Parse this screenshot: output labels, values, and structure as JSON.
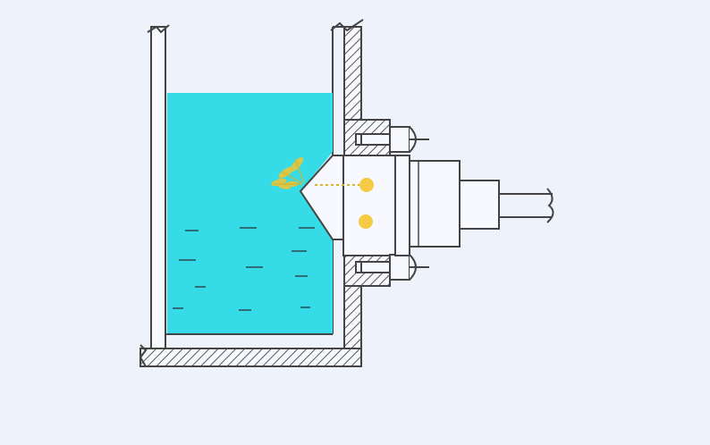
{
  "colors": {
    "background": "#eef3fb",
    "container_inner": "#f7f9ff",
    "liquid": "#35dbe6",
    "outline": "#444444",
    "ripple": "#2f6e78",
    "emitter": "#f4c430",
    "light_beam": "#d9b42a",
    "hatch": "#555555"
  },
  "diagram": {
    "labels": [],
    "components": [
      "tank",
      "liquid",
      "mounting-flange",
      "optical-prism",
      "sensor-body",
      "cable"
    ]
  }
}
